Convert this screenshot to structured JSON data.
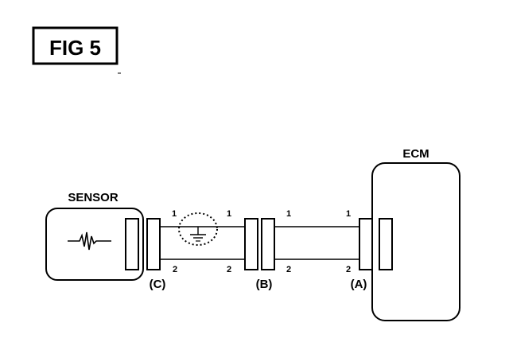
{
  "figure": {
    "label": "FIG 5"
  },
  "components": {
    "sensor": {
      "label": "SENSOR"
    },
    "ecm": {
      "label": "ECM"
    }
  },
  "connectors": {
    "c": {
      "label": "(C)"
    },
    "b": {
      "label": "(B)"
    },
    "a": {
      "label": "(A)"
    }
  },
  "pins": {
    "upper": [
      "1",
      "1",
      "1",
      "1"
    ],
    "lower": [
      "2",
      "2",
      "2",
      "2"
    ]
  },
  "symbols": {
    "sensor_signal": "sine-waveform-icon",
    "short_to_ground": "ground-icon",
    "fault_marker": "dashed-circle"
  }
}
